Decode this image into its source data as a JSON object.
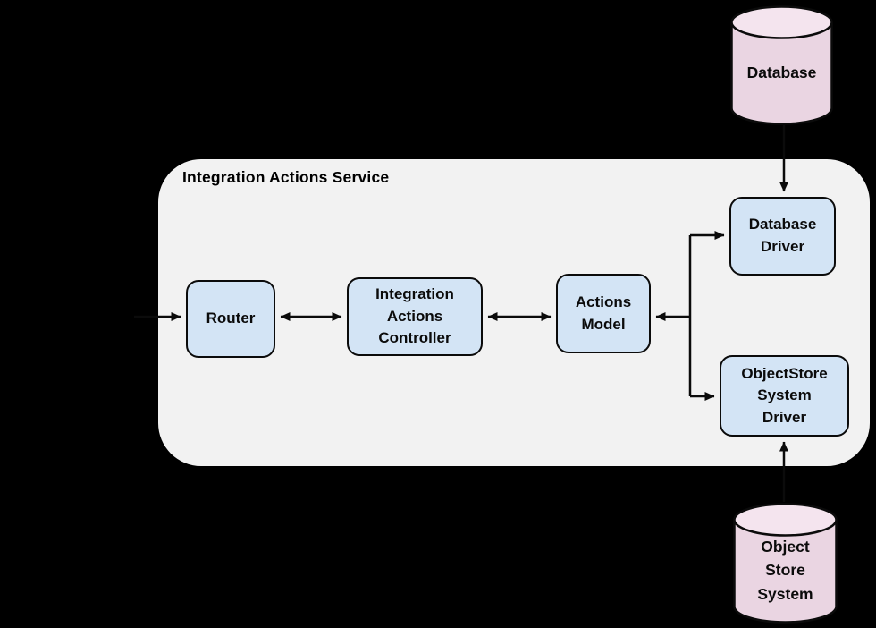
{
  "diagram": {
    "title": "Integration Actions Service",
    "container": {
      "label": "Integration Actions Service",
      "fill": "#f2f2f2"
    },
    "nodes": {
      "router": {
        "label": "Router"
      },
      "controller": {
        "label": "Integration\nActions\nController"
      },
      "actions_model": {
        "label": "Actions\nModel"
      },
      "database_driver": {
        "label": "Database\nDriver"
      },
      "objectstore_driver": {
        "label": "ObjectStore\nSystem\nDriver"
      }
    },
    "datastores": {
      "database": {
        "label": "Database"
      },
      "object_store": {
        "label": "Object\nStore\nSystem"
      }
    },
    "connectors": {
      "client_to_router": "arrow into Router (left to right)",
      "router_controller": "double-headed arrow Router <-> Integration Actions Controller",
      "controller_model": "double-headed arrow Controller <-> Actions Model",
      "drivers_to_model": "branch arrow from drivers into Actions Model",
      "branch_to_database_driver": "branch arrow into Database Driver",
      "branch_to_objectstore_driver": "branch arrow into ObjectStore System Driver",
      "database_to_driver": "arrow from Database down into Database Driver",
      "objectstore_to_driver": "arrow from Object Store System up into ObjectStore System Driver"
    },
    "colors": {
      "background": "#000000",
      "container_fill": "#f2f2f2",
      "node_fill": "#d3e4f5",
      "datastore_fill": "#ead5e2",
      "datastore_top_fill": "#f4e4ee",
      "stroke": "#0b0b0b"
    }
  }
}
